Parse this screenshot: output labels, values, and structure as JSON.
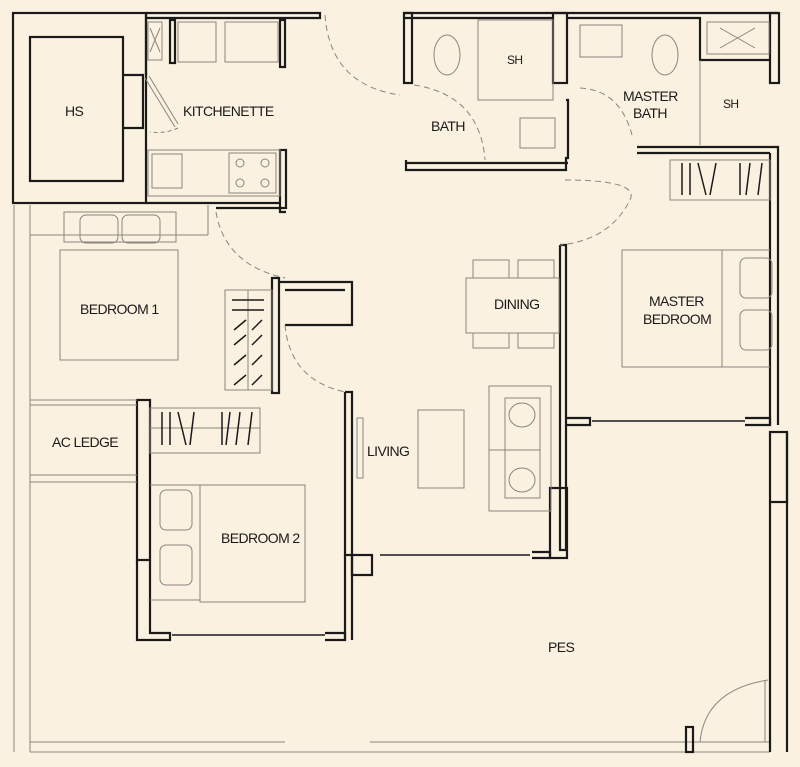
{
  "plan": {
    "background": "#fbf1e0",
    "wall_color": "#1a1a1a",
    "furniture_color": "#8a8580"
  },
  "rooms": {
    "hs": "HS",
    "kitchenette": "KITCHENETTE",
    "bath": "BATH",
    "bath_shower": "SH",
    "master_bath_line1": "MASTER",
    "master_bath_line2": "BATH",
    "master_shower": "SH",
    "bedroom1": "BEDROOM 1",
    "dining": "DINING",
    "master_bedroom_line1": "MASTER",
    "master_bedroom_line2": "BEDROOM",
    "ac_ledge": "AC LEDGE",
    "living": "LIVING",
    "bedroom2": "BEDROOM 2",
    "pes": "PES"
  }
}
